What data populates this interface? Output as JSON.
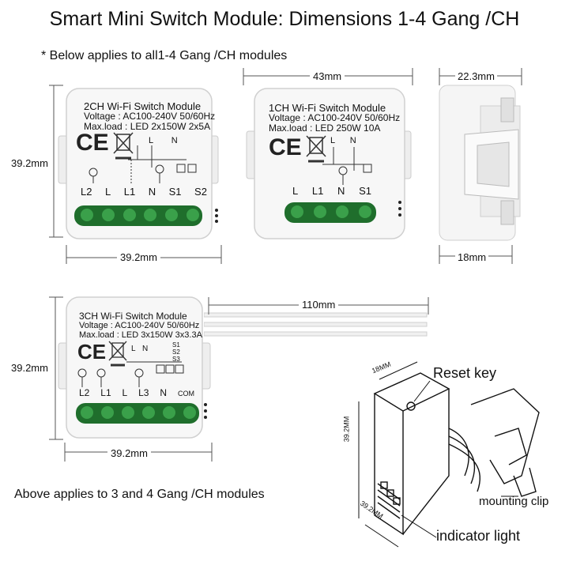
{
  "title": "Smart Mini Switch Module: Dimensions 1-4 Gang /CH",
  "note_top": "* Below applies to all1-4 Gang /CH modules",
  "note_bottom": "Above applies to 3 and 4 Gang /CH modules",
  "module_2ch": {
    "name": "2CH Wi-Fi Switch Module",
    "voltage": "Voltage : AC100-240V 50/60Hz",
    "maxload": "Max.load : LED 2x150W 2x5A",
    "terminals": [
      "L2",
      "L",
      "L1",
      "N",
      "S1",
      "S2"
    ],
    "ln": [
      "L",
      "N"
    ],
    "width": "39.2mm",
    "height": "39.2mm"
  },
  "module_1ch": {
    "name": "1CH Wi-Fi Switch Module",
    "voltage": "Voltage : AC100-240V 50/60Hz",
    "maxload": "Max.load : LED 250W 10A",
    "terminals": [
      "L",
      "L1",
      "N",
      "S1"
    ],
    "ln": [
      "L",
      "N"
    ],
    "width": "43mm"
  },
  "side_view": {
    "top_width": "22.3mm",
    "bottom_width": "18mm"
  },
  "module_3ch": {
    "name": "3CH Wi-Fi Switch Module",
    "voltage": "Voltage : AC100-240V 50/60Hz",
    "maxload": "Max.load : LED 3x150W 3x3.3A",
    "terminals": [
      "L2",
      "L1",
      "L",
      "L3",
      "N",
      "COM"
    ],
    "ln": [
      "L",
      "N"
    ],
    "switches": [
      "S1",
      "S2",
      "S3"
    ],
    "width": "39.2mm",
    "height": "39.2mm",
    "wire_length": "110mm"
  },
  "iso_view": {
    "dim_top": "18MM",
    "dim_side": "39.2MM",
    "dim_bottom": "39.2MM",
    "reset_key": "Reset key",
    "mounting_clip": "mounting clip",
    "indicator_light": "indicator light"
  },
  "ce_mark": "CE",
  "colors": {
    "terminal_green": "#3aa04a",
    "terminal_dark": "#1f6e2c",
    "module_body": "#f7f7f7",
    "outline": "#c8c8c8"
  }
}
